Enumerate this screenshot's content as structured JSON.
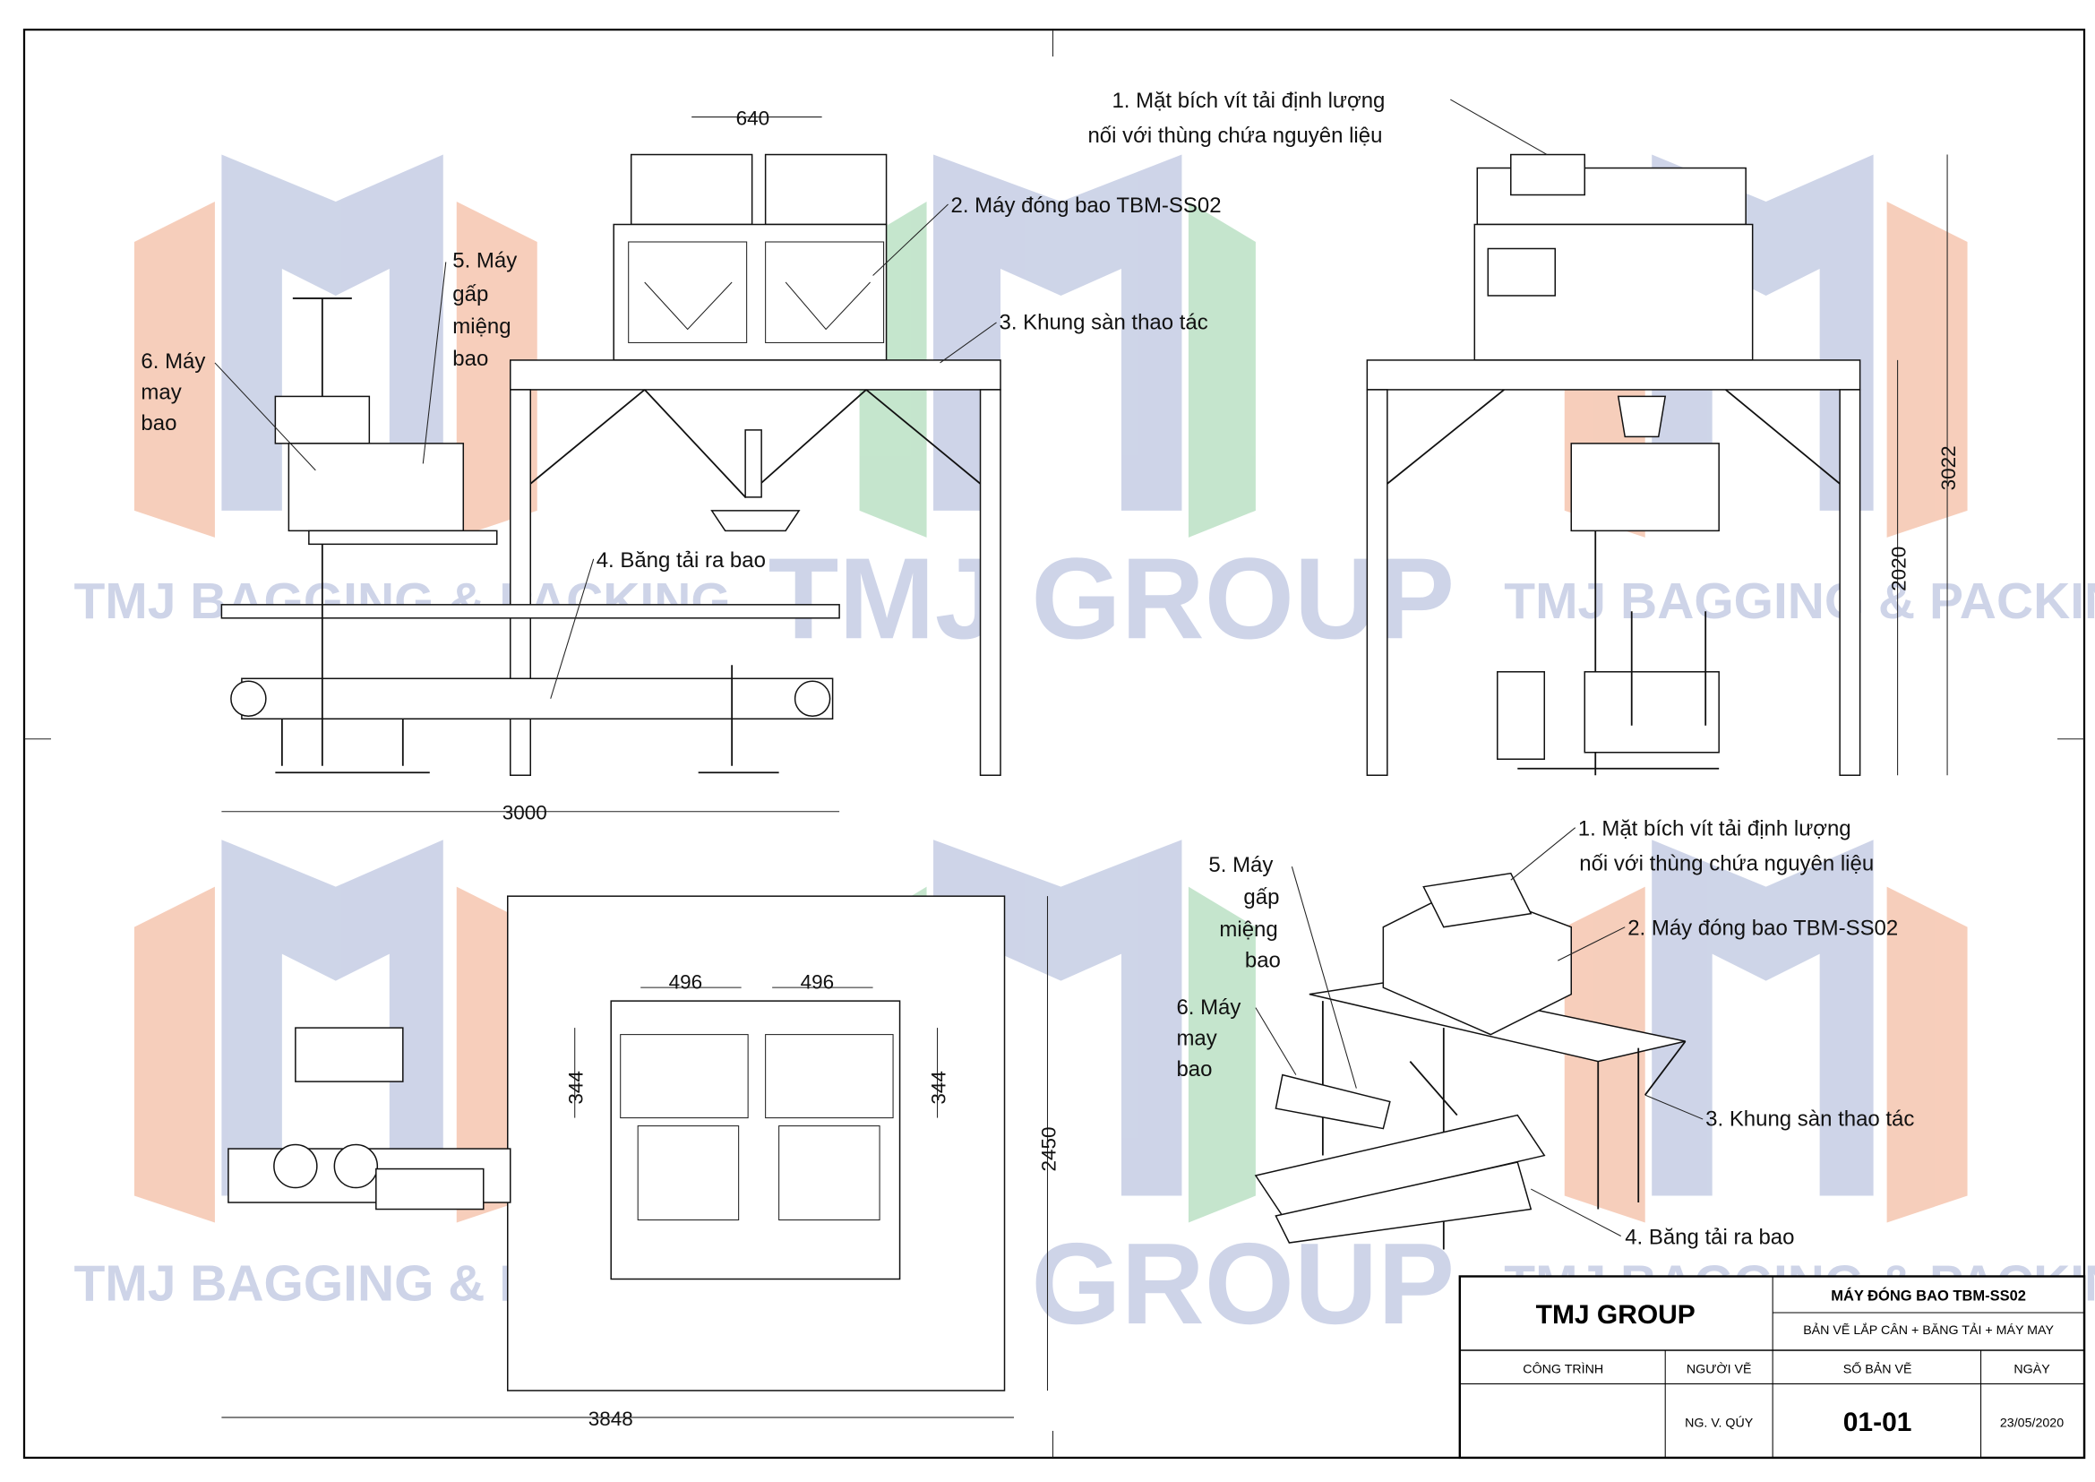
{
  "watermark": {
    "brand_small": "TMJ BAGGING & PACKING",
    "brand_large": "TMJ GROUP",
    "colors": {
      "orange": "#f6c9b4",
      "blue": "#c9d0e6",
      "green": "#bfe3c8"
    }
  },
  "front_view": {
    "labels": {
      "item2": "2. Máy đóng bao TBM-SS02",
      "item3": "3. Khung sàn thao tác",
      "item4": "4. Băng tải ra bao",
      "item5_lines": [
        "5. Máy",
        "gấp",
        "miệng",
        "bao"
      ],
      "item6_lines": [
        "6. Máy",
        "may",
        "bao"
      ]
    },
    "dims": {
      "top_width": "640",
      "overall_length": "3000"
    }
  },
  "side_view": {
    "labels": {
      "item1_lines": [
        "1. Mặt bích vít tải định lượng",
        "nối với thùng chứa nguyên liệu"
      ]
    },
    "dims": {
      "total_height": "3022",
      "frame_height": "2020"
    }
  },
  "plan_view": {
    "dims": {
      "width_a": "496",
      "width_b": "496",
      "depth_a": "344",
      "depth_b": "344",
      "frame_depth": "2450",
      "overall_length": "3848"
    }
  },
  "iso_view": {
    "labels": {
      "item1_lines": [
        "1. Mặt bích vít tải định lượng",
        "nối với thùng chứa nguyên liệu"
      ],
      "item2": "2. Máy đóng bao TBM-SS02",
      "item3": "3. Khung sàn thao tác",
      "item4": "4. Băng tải ra bao",
      "item5_lines": [
        "5. Máy",
        "gấp",
        "miệng",
        "bao"
      ],
      "item6_lines": [
        "6. Máy",
        "may",
        "bao"
      ]
    }
  },
  "title_block": {
    "company": "TMJ GROUP",
    "product": "MÁY ĐÓNG BAO TBM-SS02",
    "drawing_title": "BẢN VẼ LẮP CÂN + BĂNG TẢI + MÁY MAY",
    "headers": {
      "project": "CÔNG TRÌNH",
      "drawer": "NGƯỜI VẼ",
      "drawing_no": "SỐ BẢN VẼ",
      "date": "NGÀY"
    },
    "values": {
      "project": "",
      "drawer": "NG. V. QÚY",
      "drawing_no": "01-01",
      "date": "23/05/2020"
    }
  }
}
